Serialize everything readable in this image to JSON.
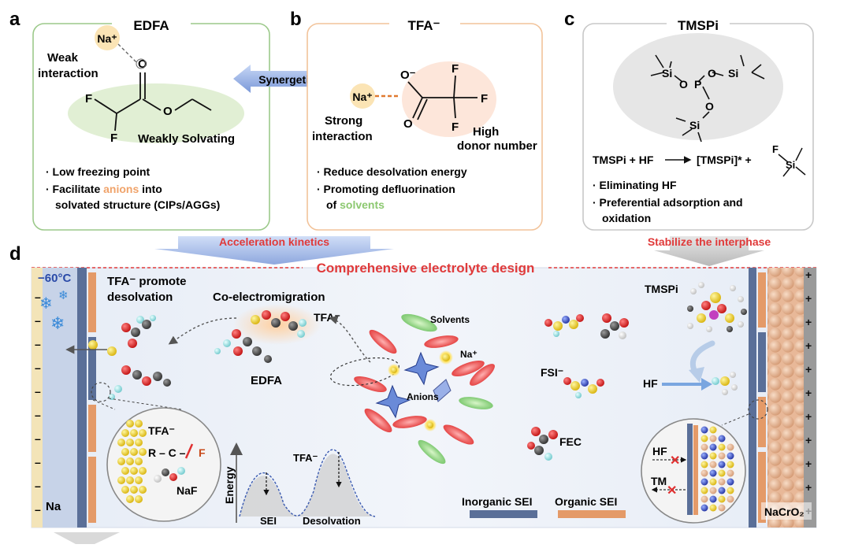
{
  "panels": {
    "a": {
      "letter": "a",
      "title": "EDFA",
      "na": "Na⁺",
      "interaction": [
        "Weak",
        "interaction"
      ],
      "atoms": {
        "o": "O",
        "f1": "F",
        "f2": "F"
      },
      "solvating": "Weakly Solvating",
      "bullets": [
        "· Low freezing point",
        "· Facilitate ",
        "anions",
        " into",
        "solvated structure (CIPs/AGGs)"
      ]
    },
    "b": {
      "letter": "b",
      "title": "TFA⁻",
      "na": "Na⁺",
      "o_minus": "O⁻",
      "atoms": {
        "o": "O",
        "f1": "F",
        "f2": "F",
        "f3": "F"
      },
      "strong": [
        "Strong",
        "interaction"
      ],
      "donor": [
        "High",
        "donor number"
      ],
      "bullets": [
        "· Reduce desolvation energy",
        "· Promoting defluorination",
        "of ",
        "solvents"
      ]
    },
    "c": {
      "letter": "c",
      "title": "TMSPi",
      "atoms": {
        "si1": "Si",
        "si2": "Si",
        "si3": "Si",
        "o1": "O",
        "o2": "O",
        "o3": "O",
        "p": "P",
        "f": "F",
        "si4": "Si"
      },
      "reaction_left": "TMSPi + HF",
      "reaction_right": "[TMSPi]* +",
      "bullets": [
        "· Eliminating HF",
        "· Preferential adsorption and",
        "oxidation"
      ]
    },
    "d": {
      "letter": "d",
      "title": "Comprehensive electrolyte design",
      "temp": "−60°C",
      "tfa_promote": [
        "TFA⁻ promote",
        "desolvation"
      ],
      "coelectro": "Co-electromigration",
      "tfa": "TFA⁻",
      "edfa": "EDFA",
      "solvents": "Solvents",
      "na_plus": "Na⁺",
      "anions": "Anions",
      "fsi": "FSI⁻",
      "fec": "FEC",
      "tmspi": "TMSPi",
      "hf": "HF",
      "na_metal": "Na",
      "cathode": "NaCrO₂",
      "inset_left": {
        "tfa": "TFA⁻",
        "bond": "R – C –",
        "f": "F",
        "naf": "NaF"
      },
      "energy": {
        "ylabel": "Energy",
        "sei": "SEI",
        "desolv": "Desolvation",
        "tfa": "TFA⁻"
      },
      "inset_right": {
        "hf": "HF",
        "tm": "TM"
      },
      "legend": {
        "inorganic": "Inorganic SEI",
        "organic": "Organic SEI"
      },
      "minus": "–",
      "plus": "+"
    }
  },
  "arrows": {
    "synergetic": "Synergetic",
    "accel": "Acceleration kinetics",
    "stabilize": "Stabilize the interphase"
  },
  "colors": {
    "panel_a": "#9cc98a",
    "panel_b": "#f2c39a",
    "panel_c": "#c8c8c8",
    "red_text": "#e03a3a",
    "anion_text": "#f0a36a",
    "solvent_text": "#8cc870",
    "inorganic": "#5a6f98",
    "organic": "#e49a68"
  }
}
